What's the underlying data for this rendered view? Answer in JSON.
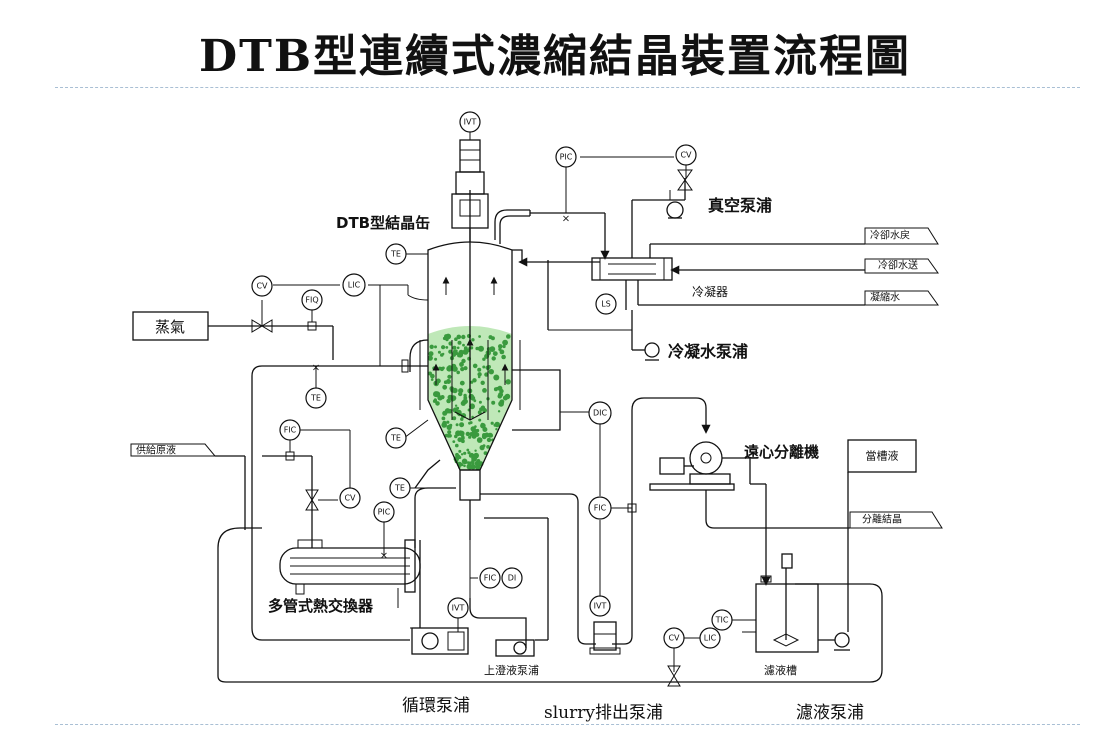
{
  "title": "DTB型連續式濃縮結晶裝置流程圖",
  "labels": {
    "crystallizer": "DTB型結晶缶",
    "vacuum_pump": "真空泵浦",
    "condenser": "冷凝器",
    "condensate_pump": "冷凝水泵浦",
    "centrifuge": "遠心分離機",
    "heat_exchanger": "多管式熱交換器",
    "overflow_pump": "上澄液泵浦",
    "filtrate_tank": "濾液槽",
    "circulation_pump": "循環泵浦",
    "slurry_pump": "slurry排出泵浦",
    "filtrate_pump": "濾液泵浦"
  },
  "boxes": {
    "steam": "蒸氣",
    "feed": "供給原液",
    "cw_return": "冷卻水戻",
    "cw_supply": "冷卻水送",
    "condensate": "凝縮水",
    "mother_liquor": "當槽液",
    "separated_crystal": "分離結晶"
  },
  "instruments": {
    "ivt_top": "IVT",
    "pic_vac": "PIC",
    "cv_vac": "CV",
    "cv_steam": "CV",
    "lic_main": "LIC",
    "fiq": "FIQ",
    "te1": "TE",
    "te2": "TE",
    "te3": "TE",
    "te4": "TE",
    "ls": "LS",
    "dic": "DIC",
    "fic_feed": "FIC",
    "cv_feed": "CV",
    "pic_hx": "PIC",
    "fic_mid": "FIC",
    "fic_bot": "FIC",
    "di": "DI",
    "ivt_circ": "IVT",
    "ivt_slurry": "IVT",
    "tic": "TIC",
    "cv_bot": "CV",
    "lic_bot": "LIC"
  }
}
